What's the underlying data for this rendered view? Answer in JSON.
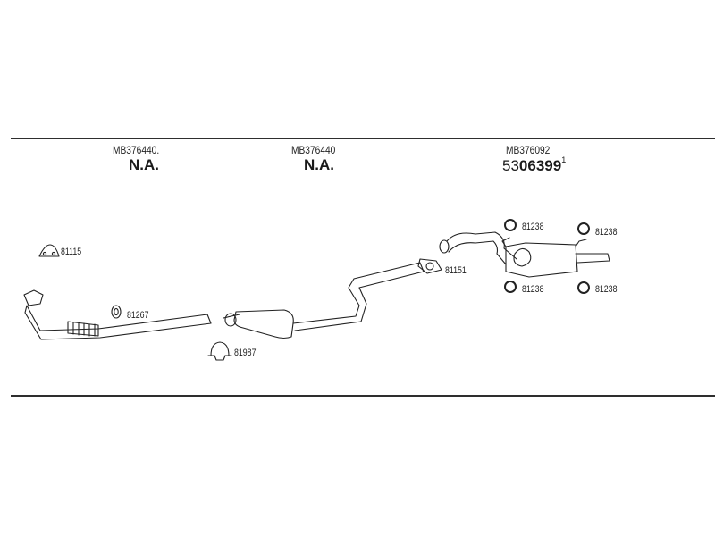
{
  "columns": [
    {
      "code": "MB376440.",
      "label": "N.A."
    },
    {
      "code": "MB376440",
      "label": "N.A."
    },
    {
      "code": "MB376092",
      "part_prefix": "53",
      "part_main": "06399",
      "part_suffix": "1"
    }
  ],
  "parts": {
    "gasket_top_left": "81115",
    "ring_front": "81267",
    "clamp_mid": "81987",
    "gasket_mid": "81151",
    "hanger_top_left": "81238",
    "hanger_top_right": "81238",
    "hanger_bottom_left": "81238",
    "hanger_bottom_right": "81238"
  }
}
